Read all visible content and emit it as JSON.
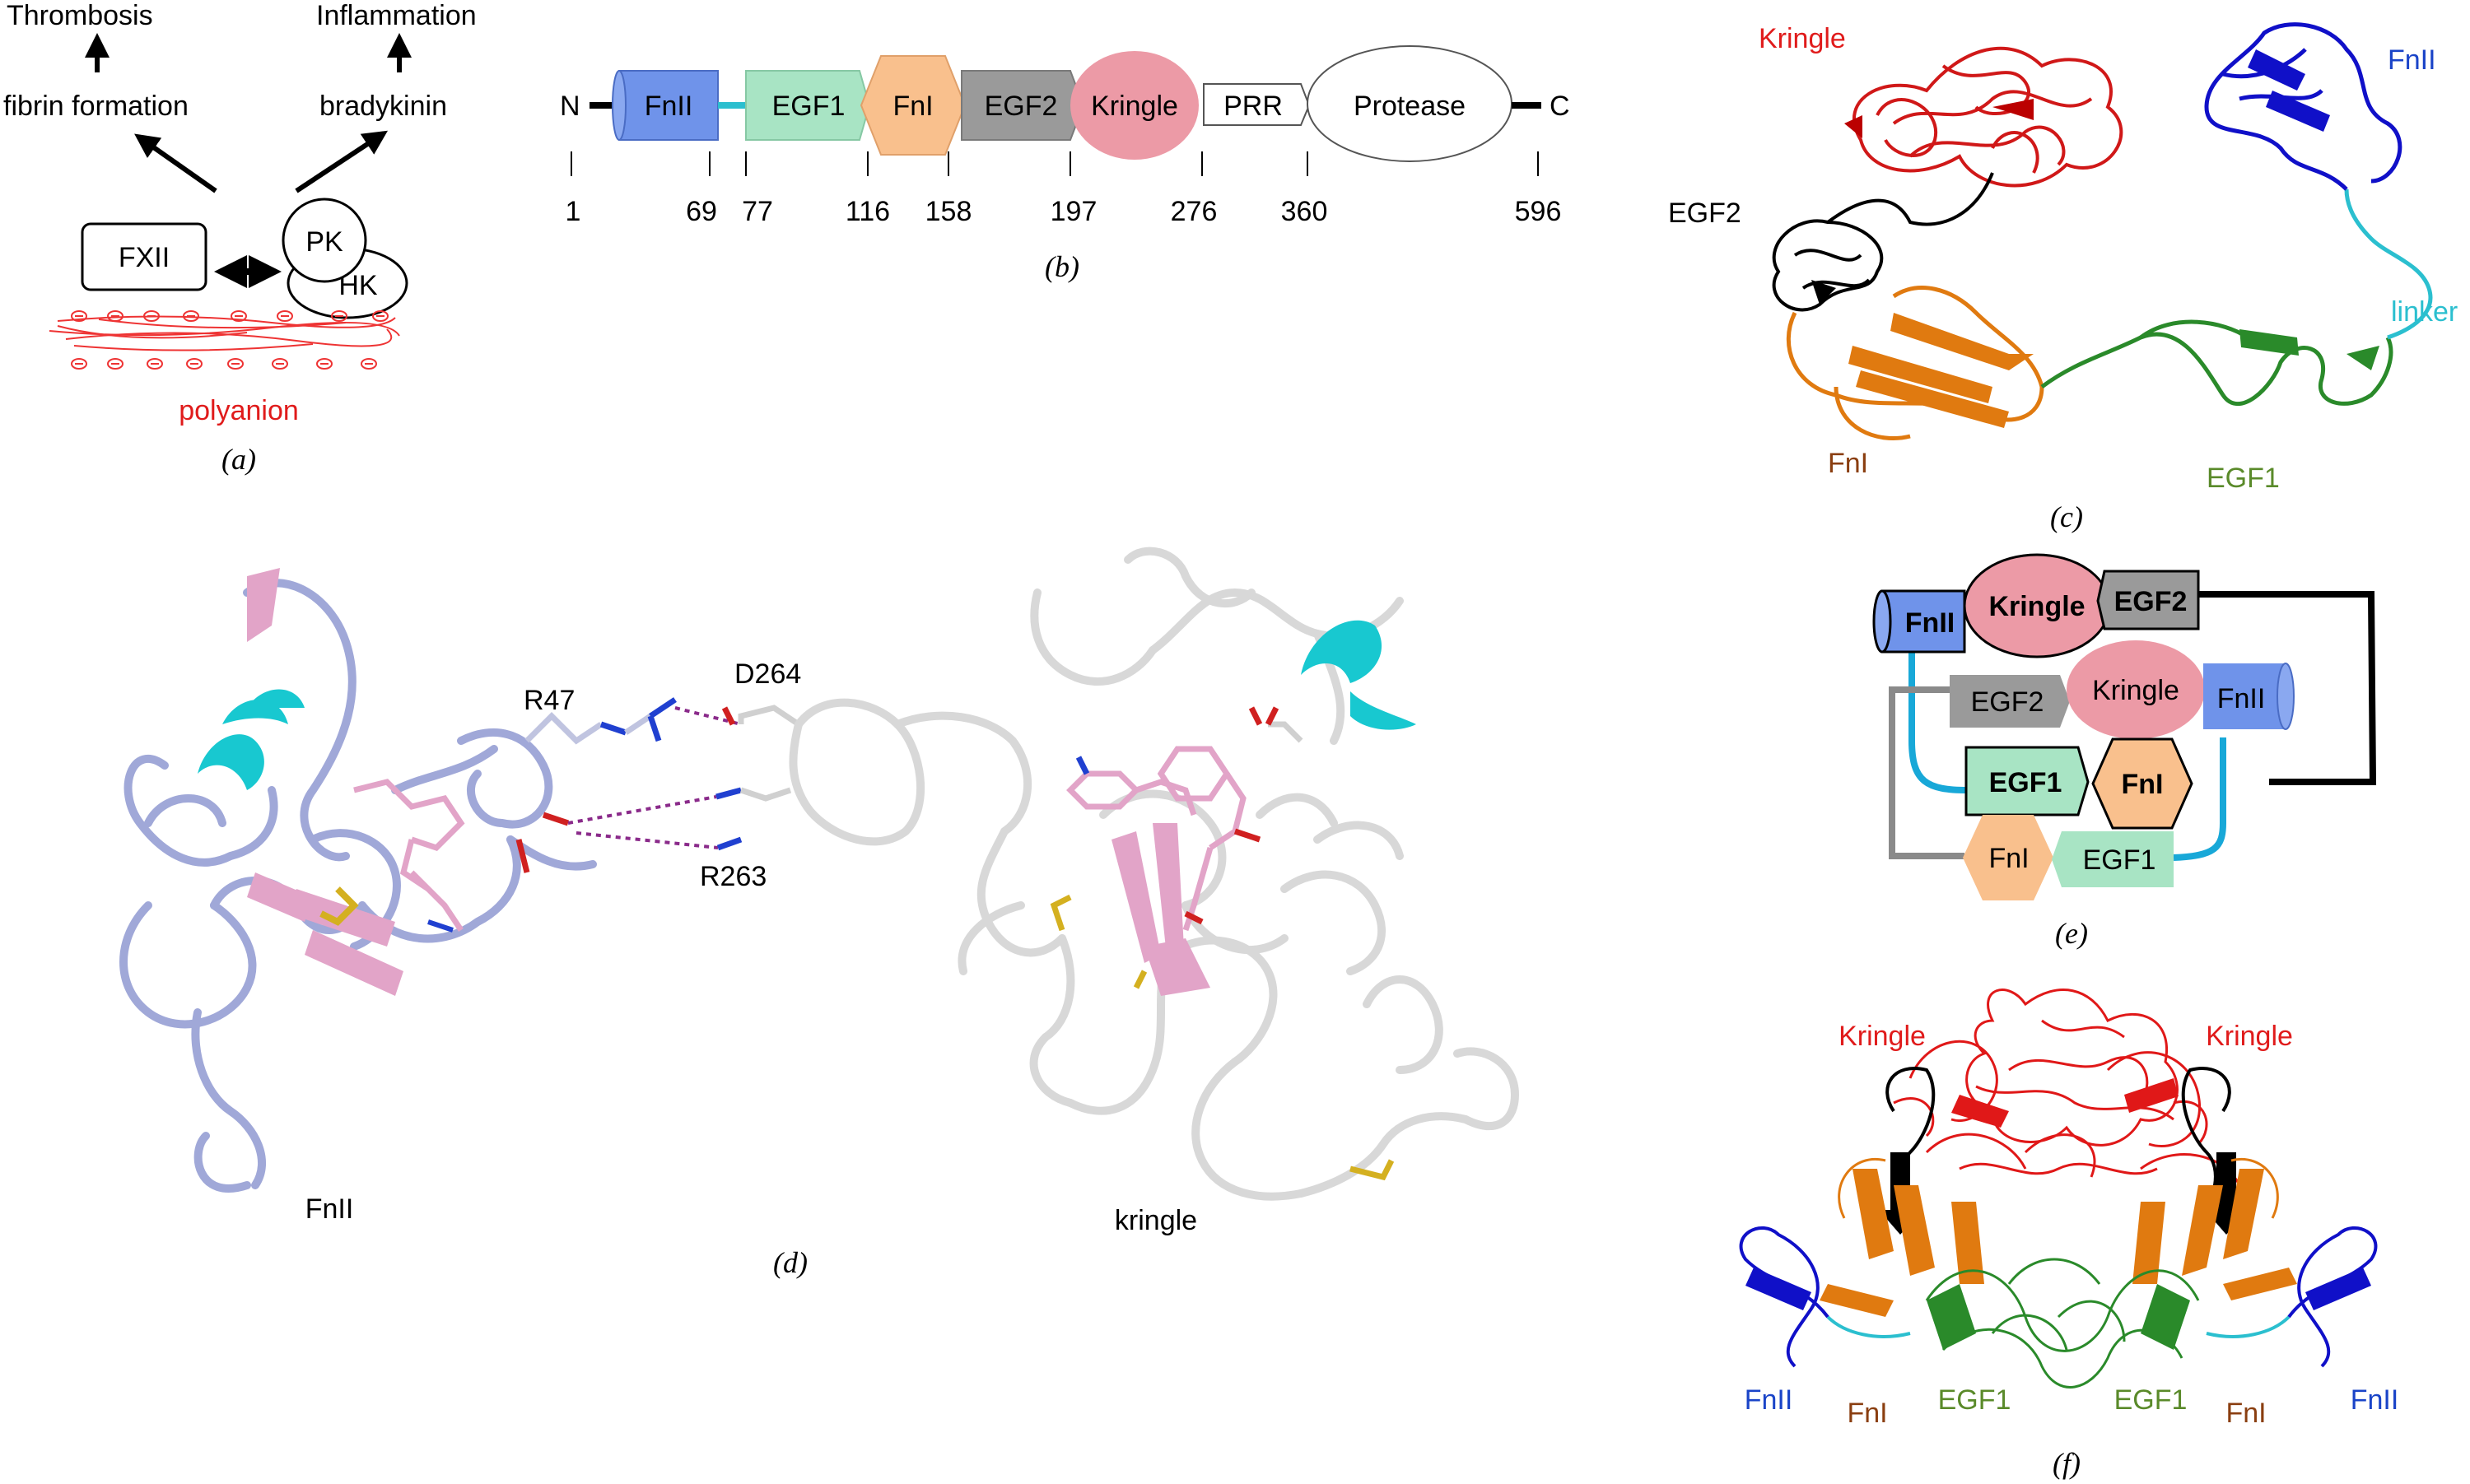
{
  "panel_a": {
    "caption": "(a)",
    "thrombosis": "Thrombosis",
    "fibrin": "fibrin formation",
    "inflammation": "Inflammation",
    "bradykinin": "bradykinin",
    "fxii": "FXII",
    "pk": "PK",
    "hk": "HK",
    "polyanion": "polyanion"
  },
  "panel_b": {
    "caption": "(b)",
    "n_term": "N",
    "c_term": "C",
    "domains": [
      "FnII",
      "EGF1",
      "FnI",
      "EGF2",
      "Kringle",
      "PRR",
      "Protease"
    ],
    "positions": [
      "1",
      "69",
      "77",
      "116",
      "158",
      "197",
      "276",
      "360",
      "596"
    ]
  },
  "panel_c": {
    "caption": "(c)",
    "kringle": "Kringle",
    "fnii": "FnII",
    "egf2": "EGF2",
    "linker": "linker",
    "fni": "FnI",
    "egf1": "EGF1"
  },
  "panel_d": {
    "caption": "(d)",
    "r47": "R47",
    "d264": "D264",
    "r263": "R263",
    "fnii": "FnII",
    "kringle": "kringle"
  },
  "panel_e": {
    "caption": "(e)",
    "top_fnii": "FnII",
    "top_kringle": "Kringle",
    "top_egf2": "EGF2",
    "mid_egf2": "EGF2",
    "mid_kringle": "Kringle",
    "mid_fnii": "FnII",
    "egf1_bold": "EGF1",
    "fni_bold": "FnI",
    "fni": "FnI",
    "egf1": "EGF1"
  },
  "panel_f": {
    "caption": "(f)",
    "kringle_left": "Kringle",
    "kringle_right": "Kringle",
    "fnii_left": "FnII",
    "fni_left": "FnI",
    "egf1_left": "EGF1",
    "egf1_right": "EGF1",
    "fni_right": "FnI",
    "fnii_right": "FnII"
  },
  "colors": {
    "fnii": "#6f93ea",
    "egf1": "#a8e4c4",
    "fni": "#f9c08d",
    "egf2": "#9a9a9a",
    "kringle": "#ec9aa6",
    "linker": "#2bbfcf",
    "red_label": "#e01b1b",
    "blue_label": "#1a44c8",
    "green_label": "#5a8a2a",
    "brown_label": "#8a3e10"
  }
}
